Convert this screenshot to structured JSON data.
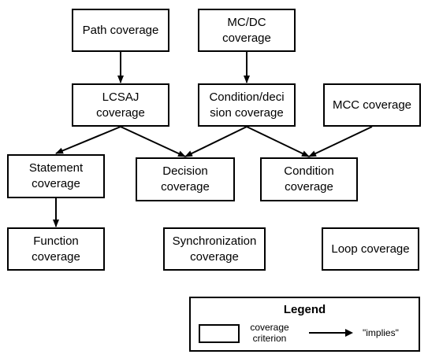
{
  "nodes": {
    "path": "Path coverage",
    "mcdc": "MC/DC coverage",
    "lcsaj": "LCSAJ coverage",
    "condition_decision": "Condition/deci sion coverage",
    "mcc": "MCC coverage",
    "statement": "Statement coverage",
    "decision": "Decision coverage",
    "condition": "Condition coverage",
    "function": "Function coverage",
    "synchronization": "Synchronization coverage",
    "loop": "Loop coverage"
  },
  "edges": [
    [
      "path",
      "lcsaj"
    ],
    [
      "mcdc",
      "condition_decision"
    ],
    [
      "lcsaj",
      "statement"
    ],
    [
      "lcsaj",
      "decision"
    ],
    [
      "condition_decision",
      "decision"
    ],
    [
      "condition_decision",
      "condition"
    ],
    [
      "mcc",
      "condition"
    ],
    [
      "statement",
      "function"
    ]
  ],
  "legend": {
    "title": "Legend",
    "box_label": "coverage criterion",
    "arrow_label": "\"implies\""
  },
  "colors": {
    "stroke": "#000000",
    "background": "#ffffff"
  }
}
